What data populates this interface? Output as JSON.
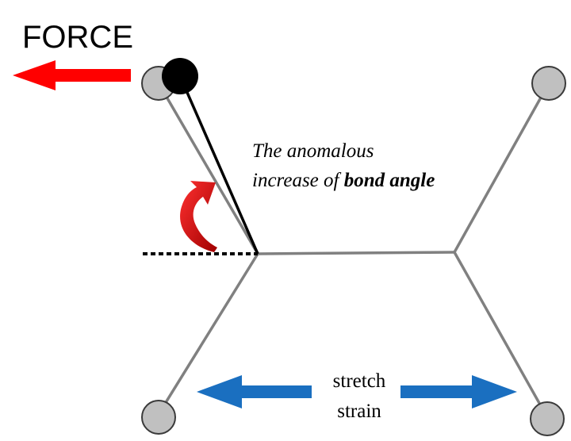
{
  "labels": {
    "force": "FORCE",
    "annotation_line1": "The anomalous",
    "annotation_line2_prefix": "increase of ",
    "annotation_line2_bold": "bond angle",
    "strain_line1": "stretch",
    "strain_line2": "strain"
  },
  "colors": {
    "bond": "#808080",
    "atom_fill": "#c0c0c0",
    "atom_stroke": "#3a3a3a",
    "displaced_atom": "#000000",
    "force_arrow": "#ff0000",
    "rotation_arrow": "#d40000",
    "strain_arrow": "#1a6fc0"
  }
}
